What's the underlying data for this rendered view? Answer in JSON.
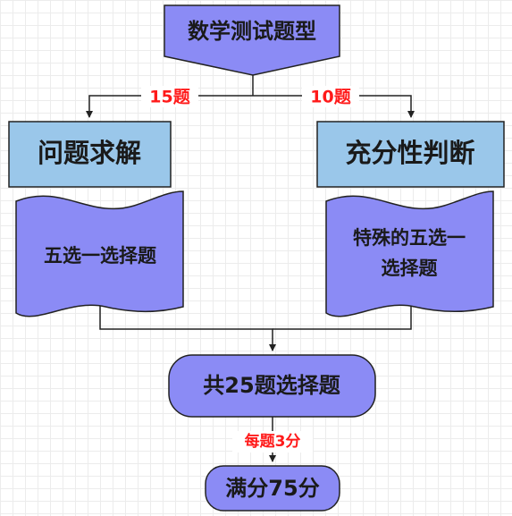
{
  "diagram": {
    "title": "数学测试题型",
    "branches": [
      {
        "edge_label": "15题",
        "category": "问题求解",
        "type_lines": [
          "五选一选择题"
        ]
      },
      {
        "edge_label": "10题",
        "category": "充分性判断",
        "type_lines": [
          "特殊的五选一",
          "选择题"
        ]
      }
    ],
    "total": "共25题选择题",
    "score_label": "每题3分",
    "result": "满分75分"
  },
  "colors": {
    "trapezoid_fill": "#8b8bf5",
    "category_fill": "#9ac7ea",
    "doc_fill": "#8b8bf5",
    "terminal_fill": "#8b8bf5",
    "edge_label": "#ff1a1a",
    "line": "#222222"
  }
}
